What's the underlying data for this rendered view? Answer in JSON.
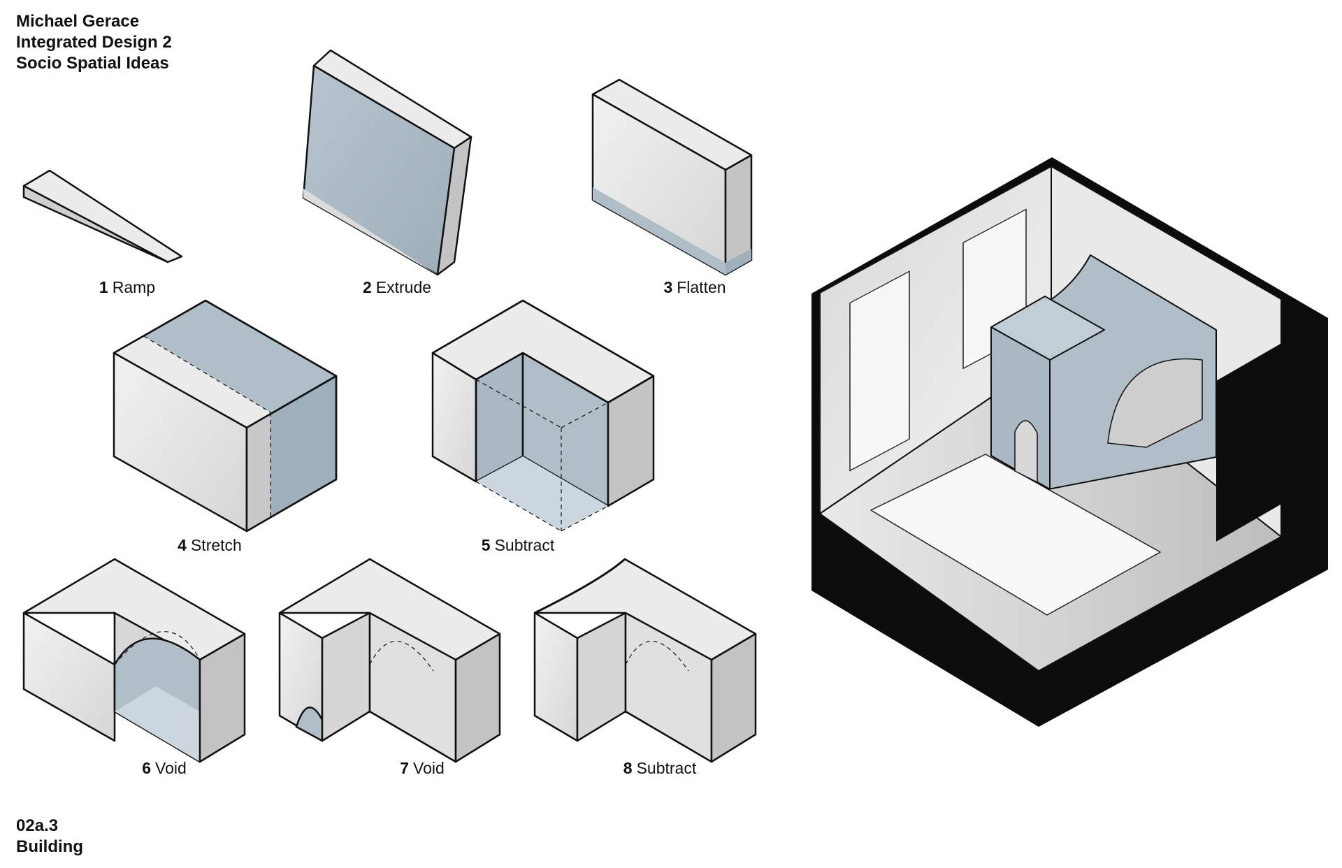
{
  "header": {
    "author": "Michael Gerace",
    "course": "Integrated Design 2",
    "project": "Socio Spatial Ideas"
  },
  "footer": {
    "code": "02a.3",
    "title": "Building"
  },
  "steps": [
    {
      "number": "1",
      "label": "Ramp"
    },
    {
      "number": "2",
      "label": "Extrude"
    },
    {
      "number": "3",
      "label": "Flatten"
    },
    {
      "number": "4",
      "label": "Stretch"
    },
    {
      "number": "5",
      "label": "Subtract"
    },
    {
      "number": "6",
      "label": "Void"
    },
    {
      "number": "7",
      "label": "Void"
    },
    {
      "number": "8",
      "label": "Subtract"
    }
  ],
  "colors": {
    "top_face": "#ececec",
    "left_face": "#e0e0e0",
    "right_face": "#c4c4c4",
    "blue_face": "#b0bec8",
    "blue_light": "#cbd6de",
    "edge": "#111111",
    "section_black": "#0c0c0c"
  }
}
